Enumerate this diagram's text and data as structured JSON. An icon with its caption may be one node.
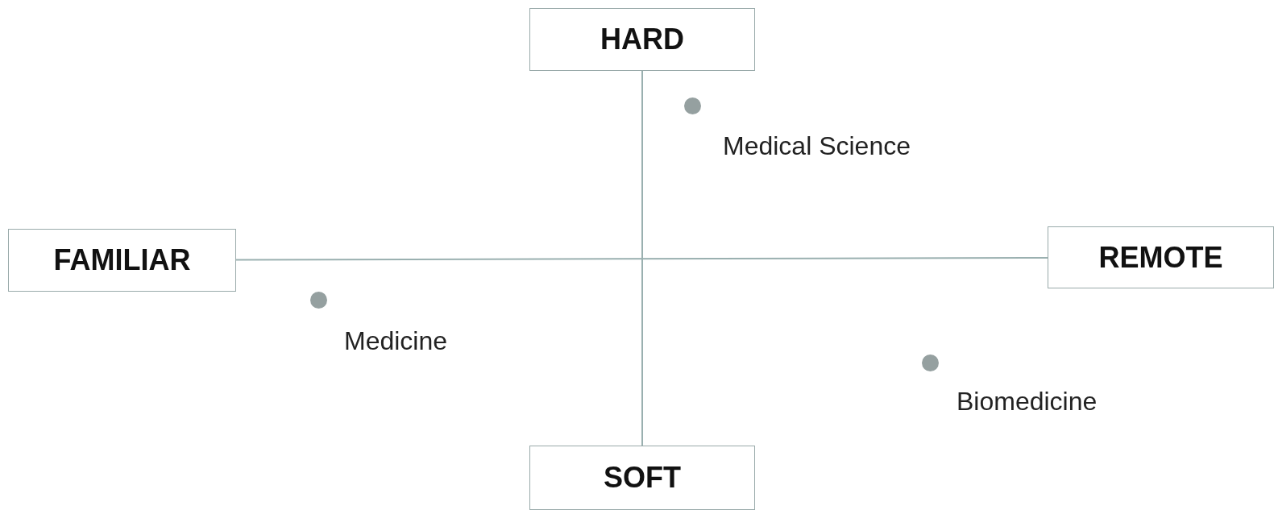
{
  "diagram": {
    "nodes": [
      {
        "text": [
          "HARD"
        ]
      },
      {
        "text": [
          "FAMILIAR"
        ]
      },
      {
        "text": [
          "REMOTE"
        ]
      },
      {
        "text": [
          "SOFT"
        ]
      },
      {
        "text": [],
        "shape": "circle",
        "beside": [
          "Medical Science"
        ]
      },
      {
        "text": [],
        "shape": "circle",
        "beside": [
          "Medicine"
        ]
      },
      {
        "text": [],
        "shape": "circle",
        "beside": [
          "Biomedicine"
        ]
      }
    ],
    "edges": [
      {
        "from": 0,
        "to": 3,
        "arrow": "none"
      },
      {
        "from": 1,
        "to": 2,
        "arrow": "none"
      }
    ]
  }
}
